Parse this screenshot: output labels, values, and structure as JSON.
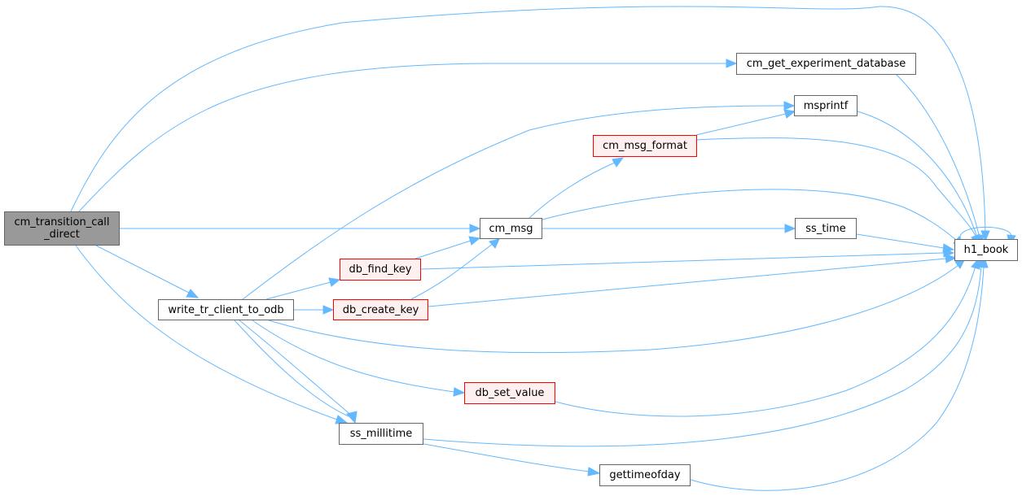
{
  "nodes": {
    "root": {
      "line1": "cm_transition_call",
      "line2": "_direct"
    },
    "write_tr": {
      "label": "write_tr_client_to_odb"
    },
    "cm_msg": {
      "label": "cm_msg"
    },
    "msg_fmt": {
      "label": "cm_msg_format"
    },
    "msprintf": {
      "label": "msprintf"
    },
    "get_db": {
      "label": "cm_get_experiment_database"
    },
    "ss_time": {
      "label": "ss_time"
    },
    "find_key": {
      "label": "db_find_key"
    },
    "create_key": {
      "label": "db_create_key"
    },
    "set_value": {
      "label": "db_set_value"
    },
    "millitime": {
      "label": "ss_millitime"
    },
    "gettime": {
      "label": "gettimeofday"
    },
    "h1_book": {
      "label": "h1_book"
    }
  },
  "colors": {
    "edge": "#63b8ff",
    "node_border": "#666666",
    "red_border": "#ff0000",
    "red_fill": "#fff0f0",
    "root_fill": "#999999"
  }
}
